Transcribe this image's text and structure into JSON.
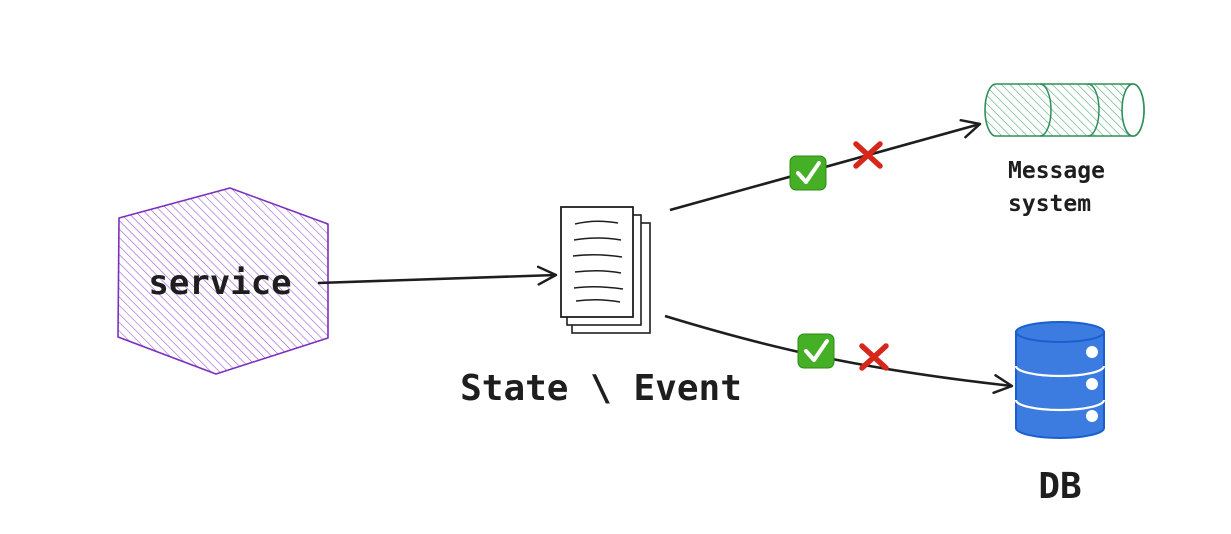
{
  "service": {
    "label": "service"
  },
  "document": {
    "label": "State \\ Event"
  },
  "message_system": {
    "label_line1": "Message",
    "label_line2": "system"
  },
  "db": {
    "label": "DB"
  },
  "colors": {
    "service_stroke": "#7b2fbe",
    "service_fill": "#9b5bd6",
    "queue_stroke": "#2f8f5a",
    "queue_fill": "#4aa86e",
    "db_stroke": "#1a5fd0",
    "db_fill": "#3c7be0",
    "check_bg": "#45b025",
    "cross": "#d7261a",
    "ink": "#1e1e1e"
  },
  "icons": {
    "check": "check-mark-icon",
    "cross": "cross-mark-icon"
  }
}
